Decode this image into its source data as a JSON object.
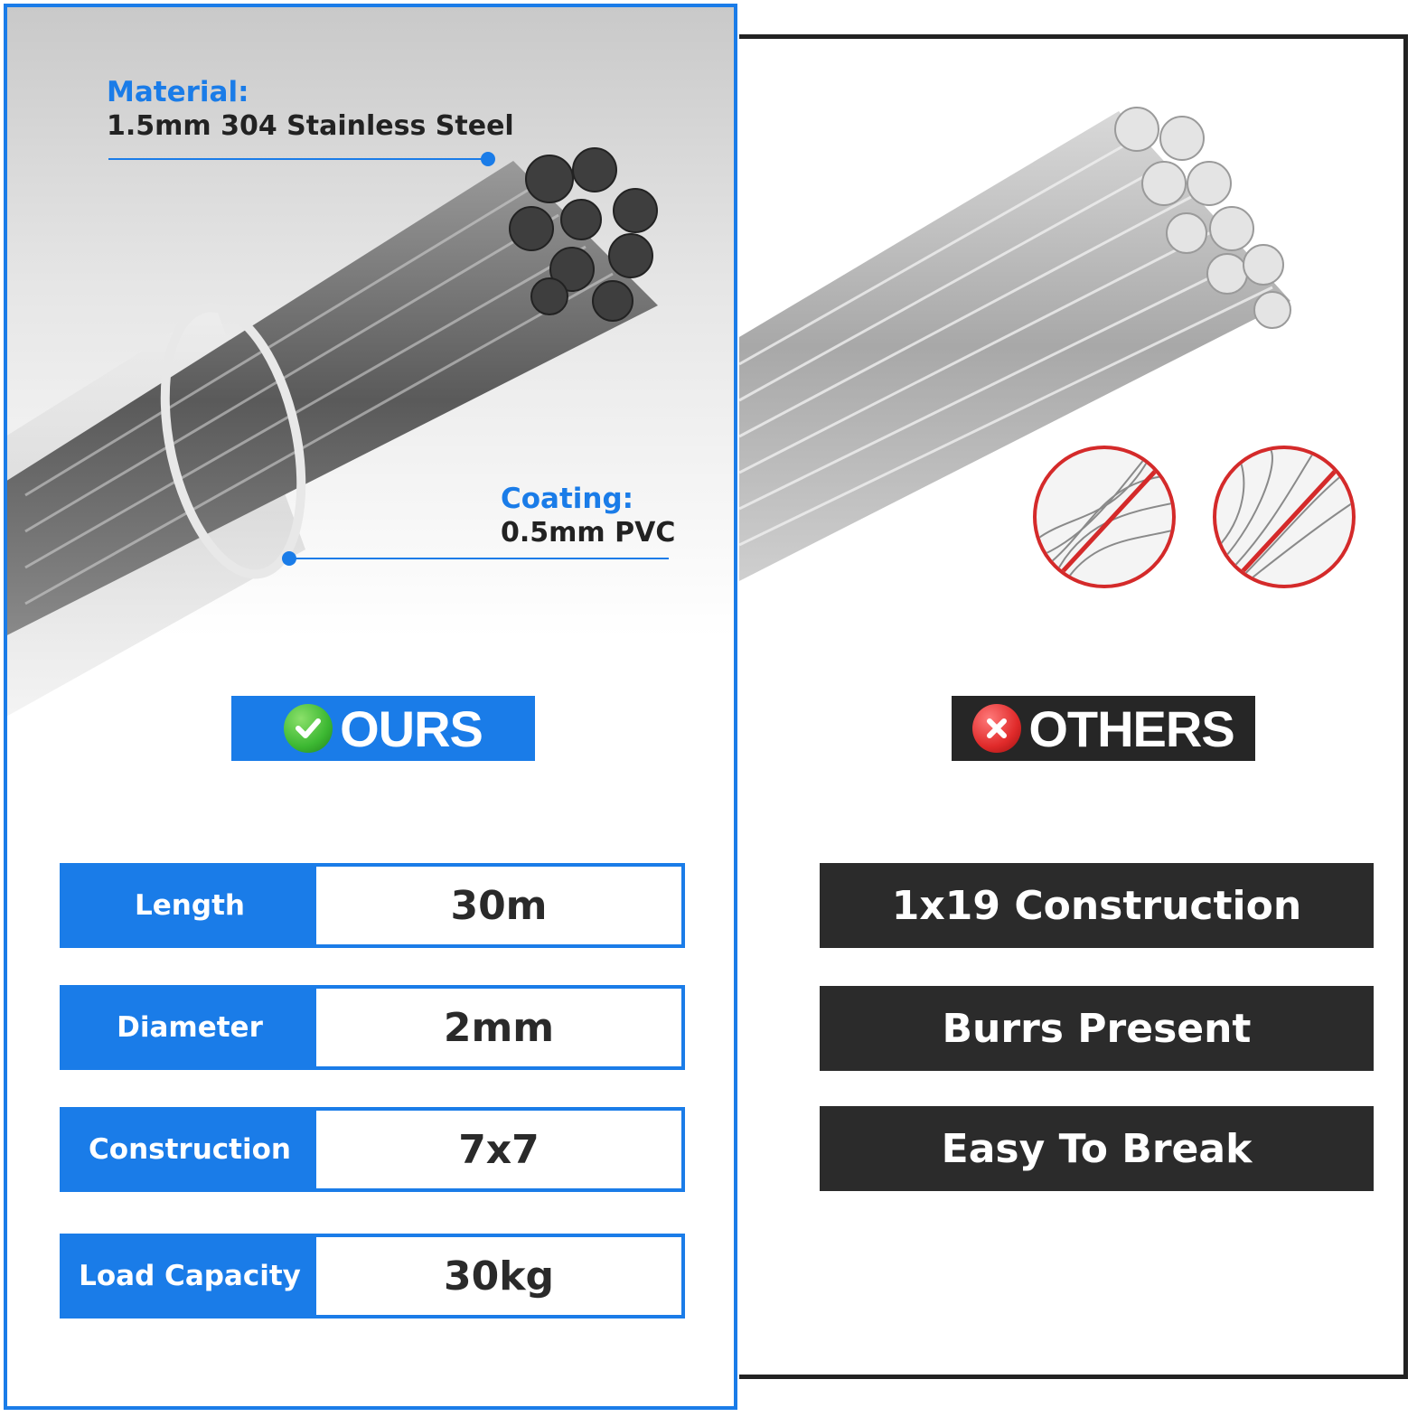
{
  "ours": {
    "material_title": "Material:",
    "material_value": "1.5mm 304 Stainless Steel",
    "coating_title": "Coating:",
    "coating_value": "0.5mm PVC",
    "badge_label": "OURS",
    "badge_icon": "check-icon",
    "specs": [
      {
        "label": "Length",
        "value": "30m"
      },
      {
        "label": "Diameter",
        "value": "2mm"
      },
      {
        "label": "Construction",
        "value": "7x7"
      },
      {
        "label": "Load Capacity",
        "value": "30kg"
      }
    ]
  },
  "others": {
    "badge_label": "OTHERS",
    "badge_icon": "cross-icon",
    "items": [
      {
        "label": "1x19 Construction"
      },
      {
        "label": "Burrs Present"
      },
      {
        "label": "Easy To Break"
      }
    ]
  },
  "colors": {
    "accent_blue": "#1a7ce8",
    "dark": "#262626",
    "defect_red": "#d42a2a",
    "check_green": "#3cb832",
    "cross_red": "#e02a2a"
  }
}
